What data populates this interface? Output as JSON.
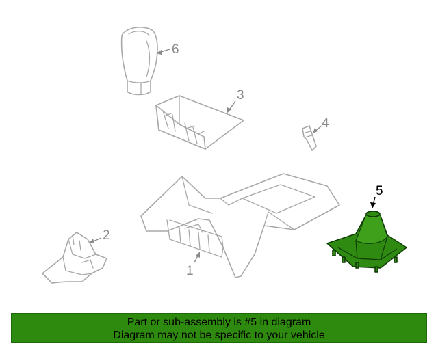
{
  "callouts": {
    "c1": "1",
    "c2": "2",
    "c3": "3",
    "c4": "4",
    "c5": "5",
    "c6": "6"
  },
  "highlighted_part": "5",
  "colors": {
    "highlight_green": "#2e8a0f",
    "part_outline": "#a8a8a8",
    "callout_gray": "#8a8a8a"
  },
  "banner": {
    "line1": "Part or sub-assembly is #5 in diagram",
    "line2": "Diagram may not be specific to your vehicle"
  }
}
